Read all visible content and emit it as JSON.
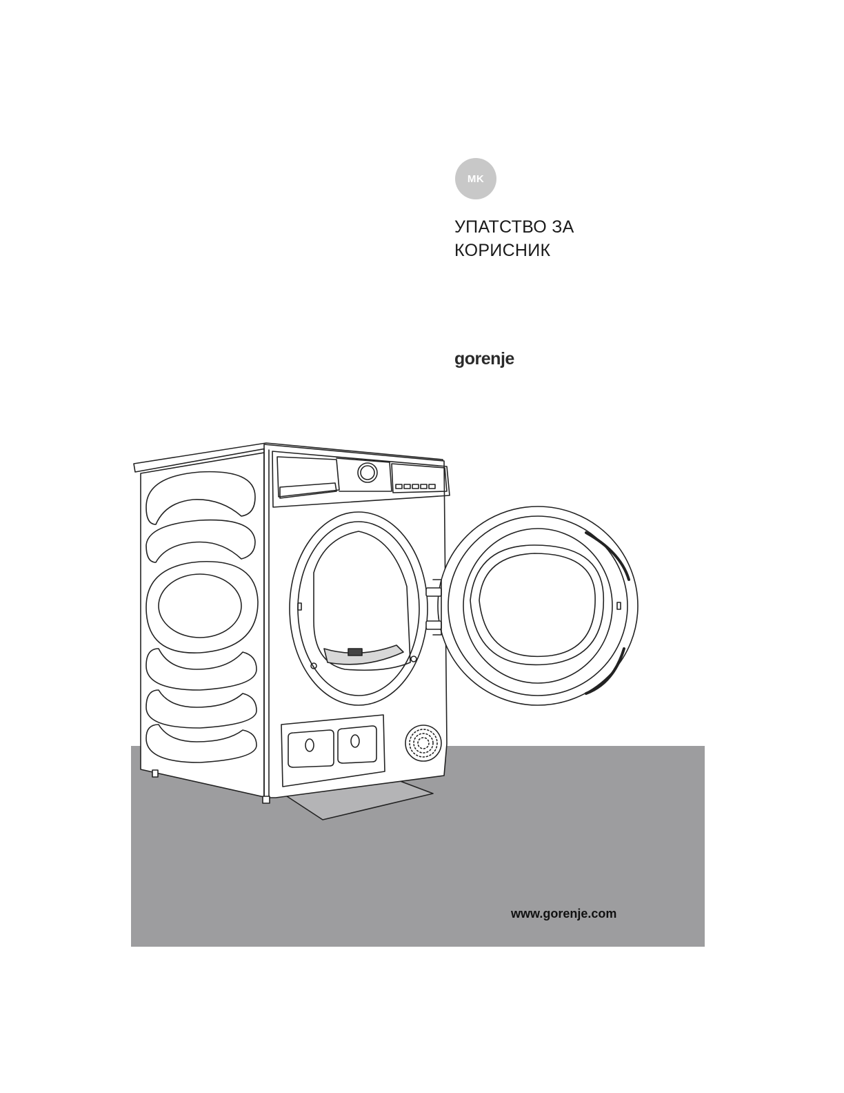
{
  "language_badge": "MK",
  "title": {
    "line1": "УПАТСТВО ЗА",
    "line2": "КОРИСНИК"
  },
  "brand": "gorenje",
  "website": "www.gorenje.com",
  "colors": {
    "badge": "#c8c8c8",
    "floor": "#9d9d9f",
    "text": "#1a1a1a"
  },
  "illustration": "tumble-dryer-open-door"
}
